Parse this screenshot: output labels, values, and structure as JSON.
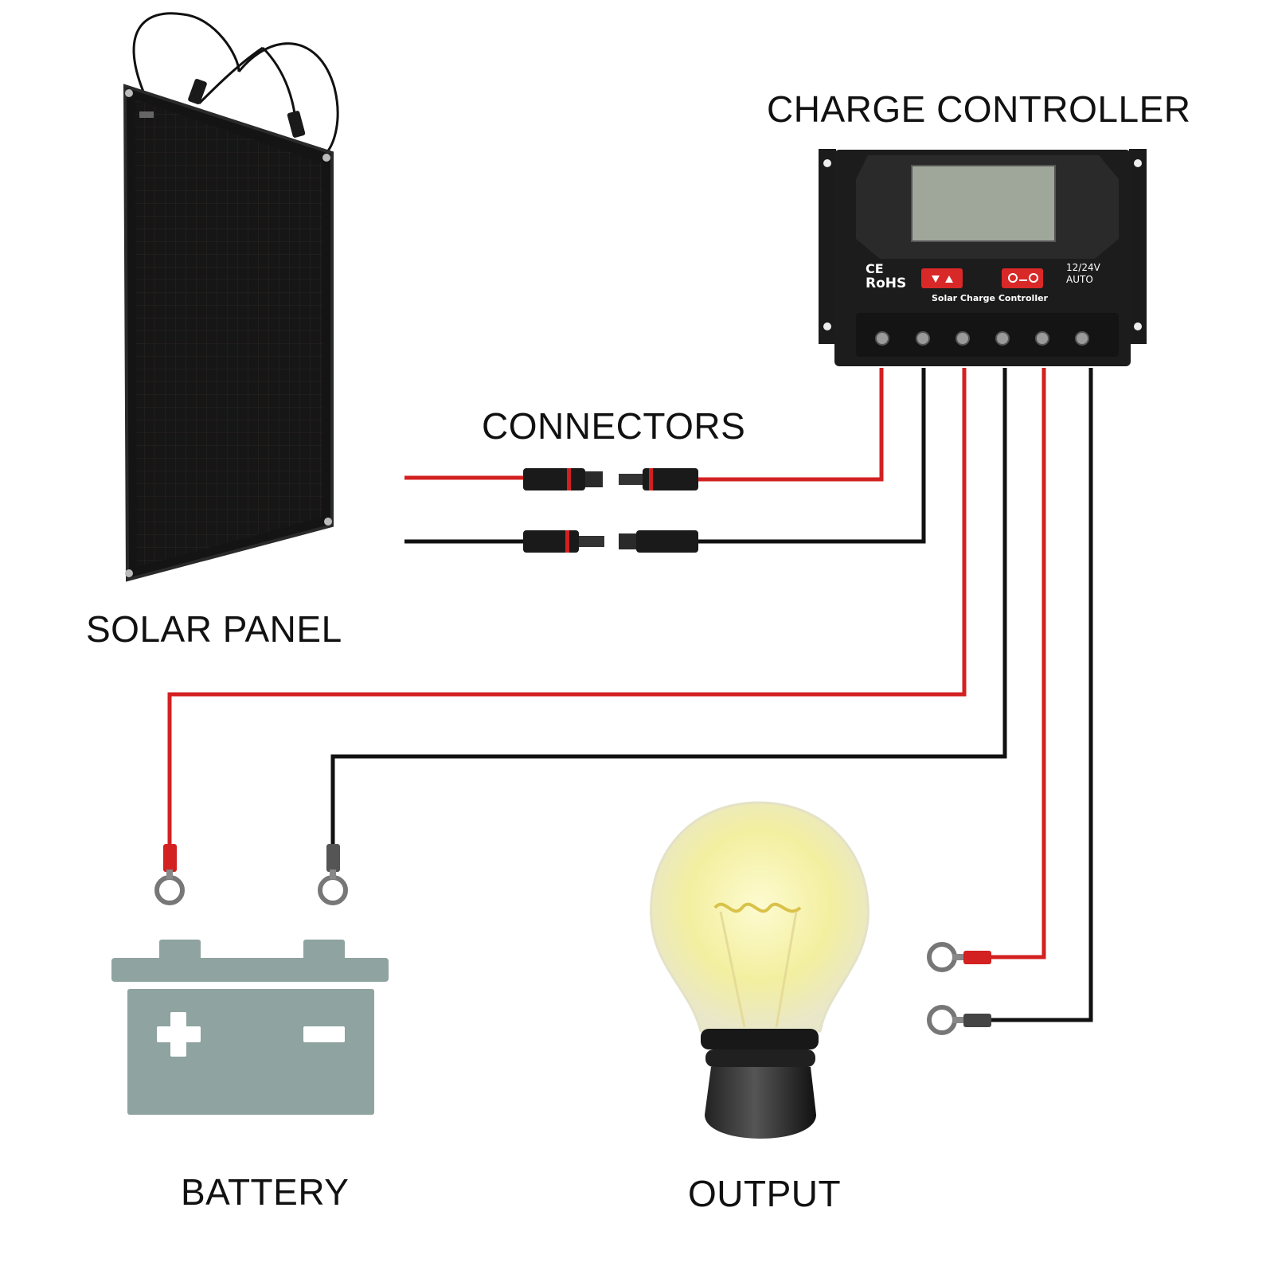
{
  "labels": {
    "charge_controller": "CHARGE CONTROLLER",
    "connectors": "CONNECTORS",
    "solar_panel": "SOLAR PANEL",
    "battery": "BATTERY",
    "output": "OUTPUT"
  },
  "controller": {
    "ce_mark": "CE",
    "rohs_mark": "RoHS",
    "voltage_line1": "12/24V",
    "voltage_line2": "AUTO",
    "product_name": "Solar Charge Controller"
  },
  "colors": {
    "positive_wire": "#d32020",
    "negative_wire": "#111111",
    "battery_fill": "#8fa3a0",
    "controller_body": "#1c1c1c",
    "lcd": "#9fa69a",
    "bulb_glow": "#f4f2a8"
  },
  "icons": [
    "solar-panel-icon",
    "charge-controller-icon",
    "mc4-connector-icon",
    "ring-terminal-icon",
    "battery-icon",
    "light-bulb-icon"
  ]
}
